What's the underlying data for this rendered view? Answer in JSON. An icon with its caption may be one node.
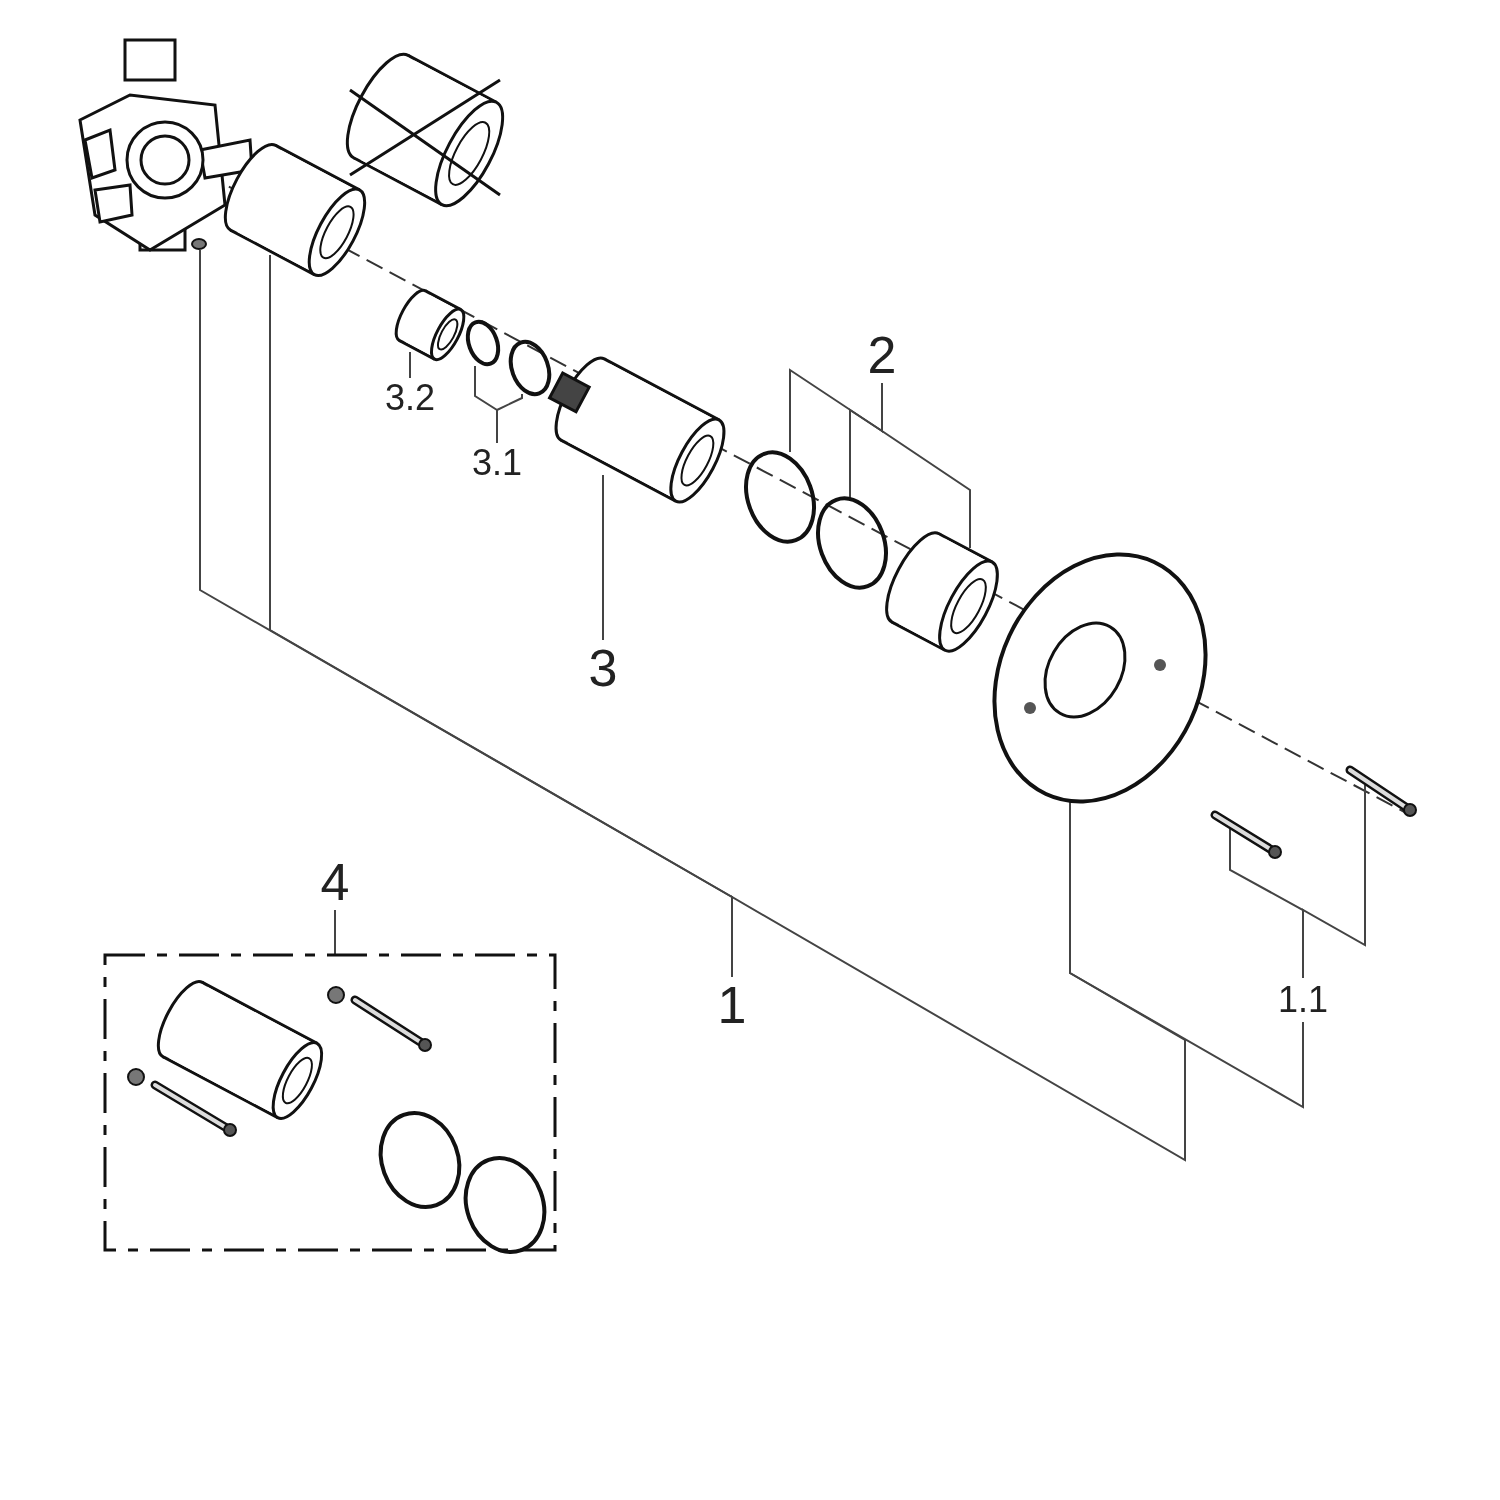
{
  "diagram": {
    "nodes": [
      {
        "text": [
          "2"
        ]
      },
      {
        "text": [
          "3.2"
        ]
      },
      {
        "text": [
          "3.1"
        ]
      },
      {
        "text": [
          "3"
        ]
      },
      {
        "text": [
          "1"
        ]
      },
      {
        "text": [
          "1.1"
        ]
      },
      {
        "text": [
          "4"
        ]
      },
      {
        "text": [],
        "shape": "circle"
      },
      {
        "text": [],
        "shape": "picture"
      },
      {
        "text": [],
        "shape": "picture"
      },
      {
        "text": [],
        "shape": "circle"
      },
      {
        "text": [],
        "shape": "circle"
      },
      {
        "text": [],
        "shape": "picture"
      },
      {
        "text": [],
        "shape": "circle"
      },
      {
        "text": [],
        "shape": "circle"
      },
      {
        "text": [],
        "shape": "picture"
      },
      {
        "text": [],
        "shape": "picture"
      },
      {
        "text": [],
        "shape": "picture"
      },
      {
        "text": [],
        "shape": "picture"
      },
      {
        "text": [],
        "shape": "box"
      }
    ],
    "edges": [
      {
        "from": 0,
        "to": 13,
        "arrow": "none"
      },
      {
        "from": 0,
        "to": 14,
        "arrow": "none"
      },
      {
        "from": 0,
        "to": 15,
        "arrow": "none"
      },
      {
        "from": 1,
        "to": 9,
        "arrow": "none"
      },
      {
        "from": 2,
        "to": 10,
        "arrow": "none"
      },
      {
        "from": 2,
        "to": 11,
        "arrow": "none"
      },
      {
        "from": 3,
        "to": 12,
        "arrow": "none"
      },
      {
        "from": 4,
        "to": 7,
        "arrow": "none"
      },
      {
        "from": 4,
        "to": 8,
        "arrow": "none"
      },
      {
        "from": 4,
        "to": 16,
        "arrow": "none"
      },
      {
        "from": 5,
        "to": 16,
        "arrow": "none"
      },
      {
        "from": 5,
        "to": 17,
        "arrow": "none"
      },
      {
        "from": 5,
        "to": 18,
        "arrow": "none"
      },
      {
        "from": 6,
        "to": 19,
        "arrow": "none"
      }
    ]
  }
}
